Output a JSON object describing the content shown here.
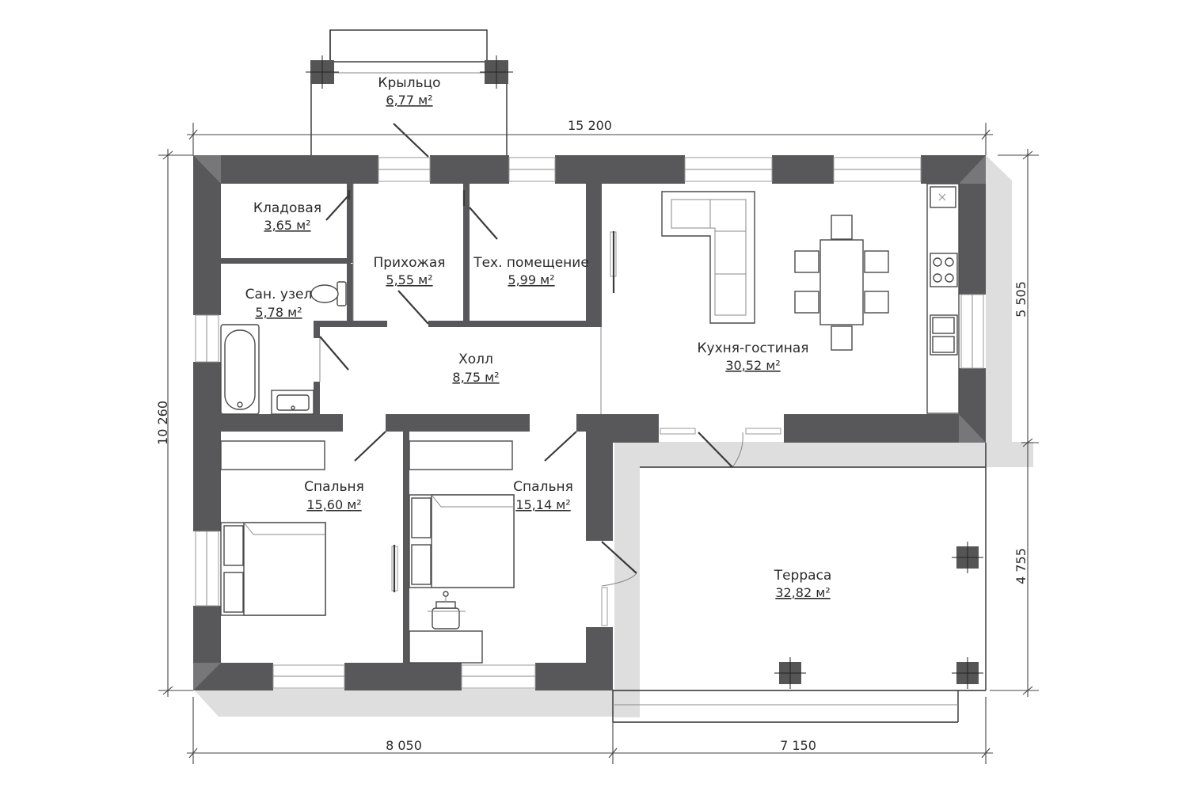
{
  "rooms": {
    "porch": {
      "name": "Крыльцо",
      "area": "6,77 м²"
    },
    "pantry": {
      "name": "Кладовая",
      "area": "3,65 м²"
    },
    "hallway": {
      "name": "Прихожая",
      "area": "5,55 м²"
    },
    "tech": {
      "name": "Тех. помещение",
      "area": "5,99 м²"
    },
    "bathroom": {
      "name": "Сан. узел",
      "area": "5,78 м²"
    },
    "hall": {
      "name": "Холл",
      "area": "8,75 м²"
    },
    "kitchen": {
      "name": "Кухня-гостиная",
      "area": "30,52 м²"
    },
    "bedroom1": {
      "name": "Спальня",
      "area": "15,60 м²"
    },
    "bedroom2": {
      "name": "Спальня",
      "area": "15,14 м²"
    },
    "terrace": {
      "name": "Терраса",
      "area": "32,82 м²"
    }
  },
  "dimensions": {
    "top": "15 200",
    "left": "10 260",
    "right_upper": "5 505",
    "right_lower": "4 755",
    "bottom_left": "8 050",
    "bottom_right": "7 150"
  },
  "colors": {
    "wall": "#58585a",
    "shadow": "#dcdcdc",
    "line": "#2f2f2f"
  }
}
